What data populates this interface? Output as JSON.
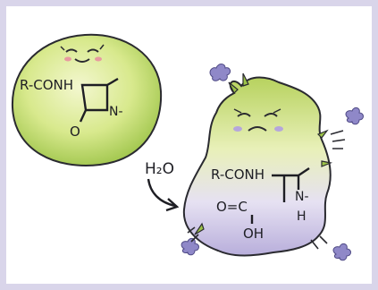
{
  "illustration": {
    "intact_molecule": {
      "side_chain": "R-CONH",
      "ring_nitrogen": "N-",
      "carbonyl_oxygen": "O"
    },
    "reagent": "H₂O",
    "hydrolyzed_molecule": {
      "side_chain": "R-CONH",
      "acid_group": "O=C",
      "ring_nitrogen": "N-",
      "nh_hydrogen": "H",
      "hydroxyl": "OH"
    },
    "colors": {
      "frame": "#d9d5ea",
      "green_blob": "#b9d56a",
      "purple_tint": "#cfc6e8",
      "ink": "#1e1e24",
      "puff": "#8f88c8"
    }
  }
}
